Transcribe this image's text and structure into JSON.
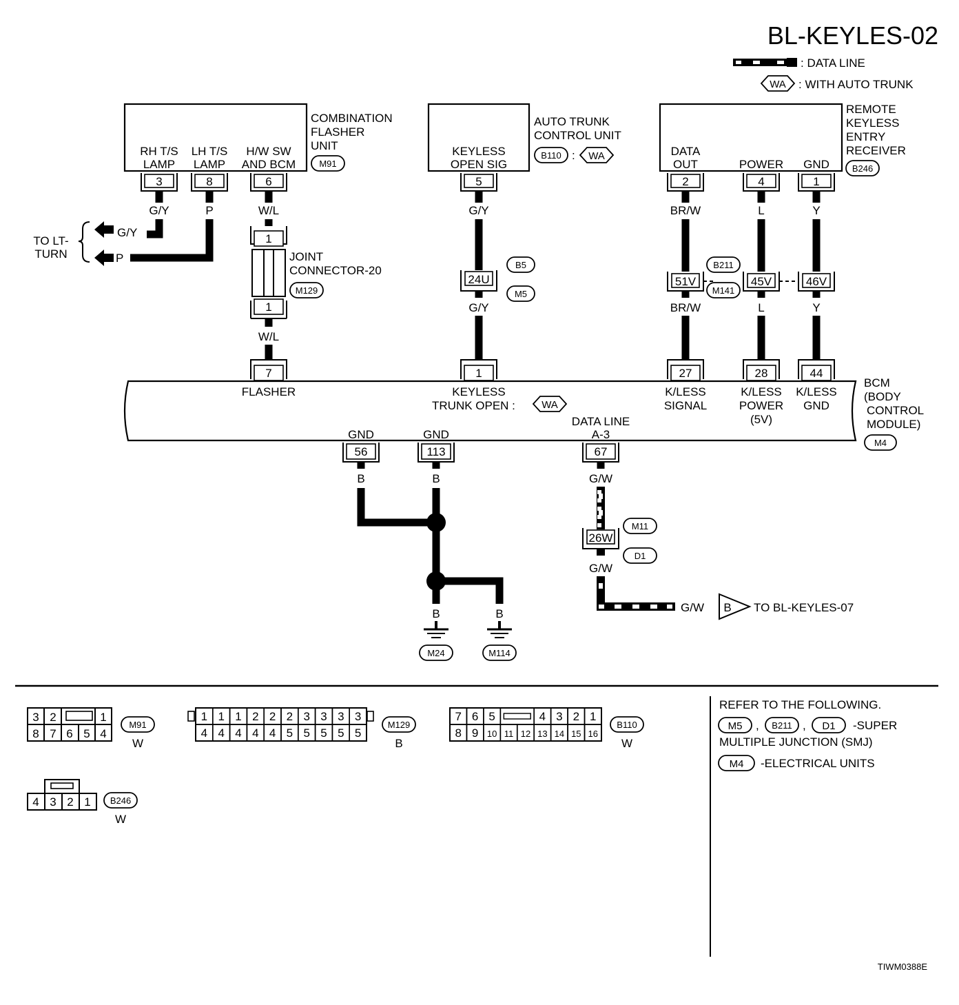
{
  "page_id": "BL-KEYLES-02",
  "legend": {
    "data_line": ": DATA LINE",
    "wa_tag": "WA",
    "with_auto_trunk": ": WITH AUTO TRUNK"
  },
  "units": {
    "cfu": {
      "name": [
        "COMBINATION",
        "FLASHER",
        "UNIT"
      ],
      "conn": "M91",
      "pins": [
        {
          "l1": "RH T/S",
          "l2": "LAMP",
          "pin": "3",
          "wire": "G/Y"
        },
        {
          "l1": "LH T/S",
          "l2": "LAMP",
          "pin": "8",
          "wire": "P"
        },
        {
          "l1": "H/W SW",
          "l2": "AND BCM",
          "pin": "6",
          "wire": "W/L"
        }
      ]
    },
    "atcu": {
      "name": [
        "AUTO TRUNK",
        "CONTROL UNIT"
      ],
      "conn": "B110",
      "sep": ":",
      "wa": "WA",
      "pin": {
        "l1": "KEYLESS",
        "l2": "OPEN SIG",
        "pin": "5",
        "wire": "G/Y"
      }
    },
    "rker": {
      "name": [
        "REMOTE",
        "KEYLESS",
        "ENTRY",
        "RECEIVER"
      ],
      "conn": "B246",
      "pins": [
        {
          "l1": "DATA",
          "l2": "OUT",
          "pin": "2",
          "wire": "BR/W"
        },
        {
          "l1": "",
          "l2": "POWER",
          "pin": "4",
          "wire": "L"
        },
        {
          "l1": "",
          "l2": "GND",
          "pin": "1",
          "wire": "Y"
        }
      ]
    },
    "bcm": {
      "name": [
        "BCM",
        "(BODY",
        "CONTROL",
        "MODULE)"
      ],
      "conn": "M4"
    }
  },
  "to_lt_turn": [
    "TO LT-",
    "TURN"
  ],
  "lt_wires": [
    "G/Y",
    "P"
  ],
  "joint": {
    "name": [
      "JOINT",
      "CONNECTOR-20"
    ],
    "conn": "M129",
    "pin_top": "1",
    "pin_bot": "1",
    "wire": "W/L"
  },
  "smj_b5m5": {
    "pin": "24U",
    "c1": "B5",
    "c2": "M5",
    "wire": "G/Y"
  },
  "smj_b211": {
    "c1": "B211",
    "c2": "M141",
    "pins": [
      "51V",
      "45V",
      "46V"
    ],
    "wires": [
      "BR/W",
      "L",
      "Y"
    ]
  },
  "bcm_top_pins": [
    {
      "pin": "7",
      "l1": "FLASHER",
      "l2": "",
      "l3": ""
    },
    {
      "pin": "1",
      "l1": "KEYLESS",
      "l2": "TRUNK OPEN :",
      "l3": ""
    },
    {
      "pin": "27",
      "l1": "K/LESS",
      "l2": "SIGNAL",
      "l3": ""
    },
    {
      "pin": "28",
      "l1": "K/LESS",
      "l2": "POWER",
      "l3": "(5V)"
    },
    {
      "pin": "44",
      "l1": "K/LESS",
      "l2": "GND",
      "l3": ""
    }
  ],
  "bcm_wa": "WA",
  "bcm_bottom_pins": [
    {
      "pin": "56",
      "l1": "GND",
      "wire": "B"
    },
    {
      "pin": "113",
      "l1": "GND",
      "wire": "B"
    },
    {
      "pin": "67",
      "l1": "DATA LINE",
      "l2": "A-3",
      "wire": "G/W"
    }
  ],
  "smj_m11": {
    "pin": "26W",
    "c1": "M11",
    "c2": "D1",
    "wire": "G/W"
  },
  "ground": {
    "wires": [
      "B",
      "B"
    ],
    "conns": [
      "M24",
      "M114"
    ]
  },
  "to_keyles07": {
    "wire": "G/W",
    "tag": "B",
    "text": "TO BL-KEYLES-07"
  },
  "connector_views": {
    "m91": {
      "top": [
        "3",
        "2",
        "",
        "1"
      ],
      "bottom": [
        "8",
        "7",
        "6",
        "5",
        "4"
      ],
      "conn": "M91",
      "color": "W"
    },
    "m129": {
      "top": [
        "1",
        "1",
        "1",
        "2",
        "2",
        "2",
        "3",
        "3",
        "3",
        "3"
      ],
      "bottom": [
        "4",
        "4",
        "4",
        "4",
        "4",
        "5",
        "5",
        "5",
        "5",
        "5"
      ],
      "conn": "M129",
      "color": "B"
    },
    "b110": {
      "top": [
        "7",
        "6",
        "5",
        "",
        "4",
        "3",
        "2",
        "1"
      ],
      "bottom": [
        "8",
        "9",
        "10",
        "11",
        "12",
        "13",
        "14",
        "15",
        "16"
      ],
      "conn": "B110",
      "color": "W"
    },
    "b246": {
      "pins": [
        "4",
        "3",
        "2",
        "1"
      ],
      "conn": "B246",
      "color": "W"
    }
  },
  "refer": {
    "title": "REFER TO THE FOLLOWING.",
    "smj_conns": [
      "M5",
      "B211",
      "D1"
    ],
    "sep": ",",
    "smj_text1": "-SUPER",
    "smj_text2": "MULTIPLE JUNCTION (SMJ)",
    "eu_conn": "M4",
    "eu_text": "-ELECTRICAL UNITS"
  },
  "footer_code": "TIWM0388E"
}
